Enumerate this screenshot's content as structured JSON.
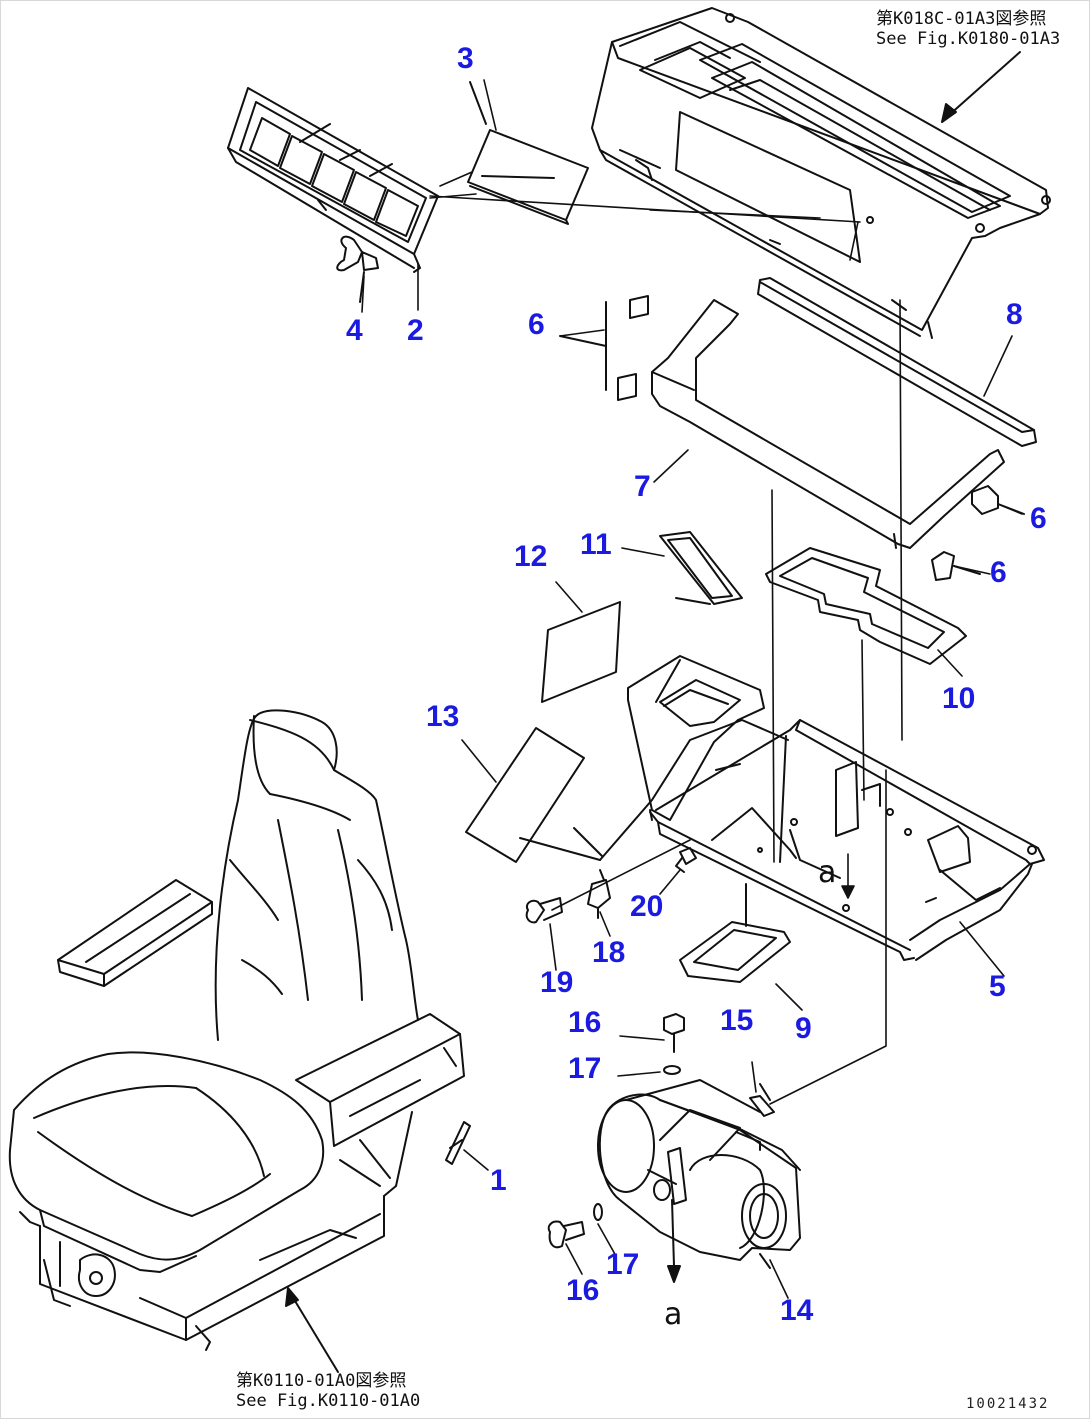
{
  "references": {
    "top": {
      "jp": "第K018C-01A3図参照",
      "en": "See Fig.K0180-01A3"
    },
    "bottom": {
      "jp": "第K0110-01A0図参照",
      "en": "See Fig.K0110-01A0"
    }
  },
  "callouts": {
    "c1": "1",
    "c2": "2",
    "c3": "3",
    "c4": "4",
    "c5": "5",
    "c6a": "6",
    "c6b": "6",
    "c6c": "6",
    "c7": "7",
    "c8": "8",
    "c9": "9",
    "c10": "10",
    "c11": "11",
    "c12": "12",
    "c13": "13",
    "c14": "14",
    "c15": "15",
    "c16a": "16",
    "c16b": "16",
    "c17a": "17",
    "c17b": "17",
    "c18": "18",
    "c19": "19",
    "c20": "20"
  },
  "flow_markers": {
    "a1": "a",
    "a2": "a"
  },
  "figure_number": "10021432",
  "colors": {
    "callout": "#1a1ae0",
    "line": "#111111",
    "background": "#ffffff"
  }
}
